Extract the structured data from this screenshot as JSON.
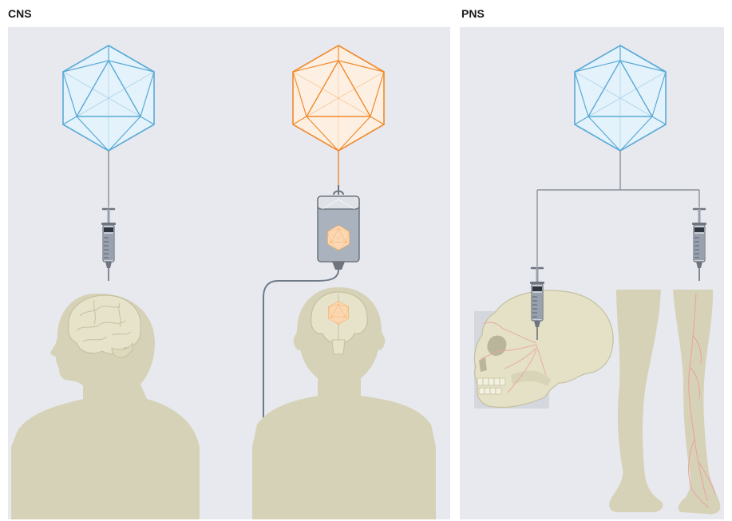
{
  "panels": {
    "cns_label": "CNS",
    "pns_label": "PNS"
  },
  "colors": {
    "panel_bg": "#e7e9ee",
    "virus_blue": "#5aa9d6",
    "virus_blue_fill": "#e3f2fb",
    "virus_orange": "#f08a2c",
    "virus_orange_fill": "#fdf0e3",
    "connector": "#8a8f99",
    "body_tan": "#d6d2b8",
    "bone": "#e4e1c6",
    "nerve": "#e9a5a0",
    "iv_tube": "#6f7a89"
  },
  "icons": [
    "capsid-icon-blue",
    "capsid-icon-orange",
    "syringe-icon",
    "iv-bag-icon",
    "brain-icon",
    "skull-icon",
    "leg-icon",
    "nerve-icon"
  ]
}
